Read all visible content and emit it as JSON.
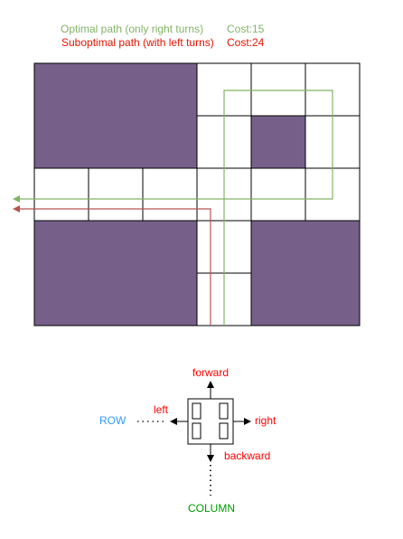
{
  "legend": {
    "optimal": {
      "label": "Optimal path (only right turns)",
      "cost": "Cost:15",
      "color": "#82b366"
    },
    "suboptimal": {
      "label": "Suboptimal path (with left turns)",
      "cost": "Cost:24",
      "color": "#e51400"
    }
  },
  "grid": {
    "obstacle_color": "#76608a",
    "line_color": "#000000",
    "optimal_path_color": "#82b366",
    "suboptimal_path_color": "#b85450"
  },
  "robot": {
    "forward": "forward",
    "backward": "backward",
    "left": "left",
    "right": "right",
    "row": "ROW",
    "column": "COLUMN",
    "direction_color": "#ff0000",
    "row_color": "#3399ff",
    "column_color": "#009900"
  }
}
